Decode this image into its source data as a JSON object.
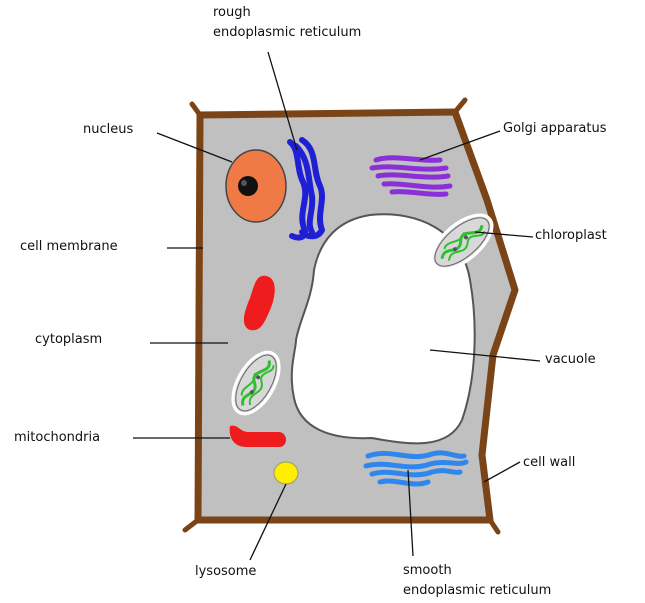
{
  "diagram": {
    "labels": {
      "rough_line1": "rough",
      "rough_line2": "endoplasmic reticulum",
      "nucleus": "nucleus",
      "golgi": "Golgi apparatus",
      "chloroplast": "chloroplast",
      "cell_membrane": "cell membrane",
      "cytoplasm": "cytoplasm",
      "vacuole": "vacuole",
      "mitochondria": "mitochondria",
      "cell_wall": "cell wall",
      "lysosome": "lysosome",
      "smooth_line1": "smooth",
      "smooth_line2": "endoplasmic reticulum"
    },
    "colors": {
      "cell_wall": "#7a4416",
      "cytoplasm": "#c0c0c0",
      "vacuole": "#ffffff",
      "nucleus": "#f07a45",
      "nucleolus": "#111111",
      "rough_er": "#1f1fd6",
      "golgi": "#8b2fd8",
      "chloroplast_green": "#2ec02e",
      "mitochondria": "#ee1c1c",
      "lysosome": "#ffee00",
      "smooth_er": "#2f86ee"
    }
  }
}
